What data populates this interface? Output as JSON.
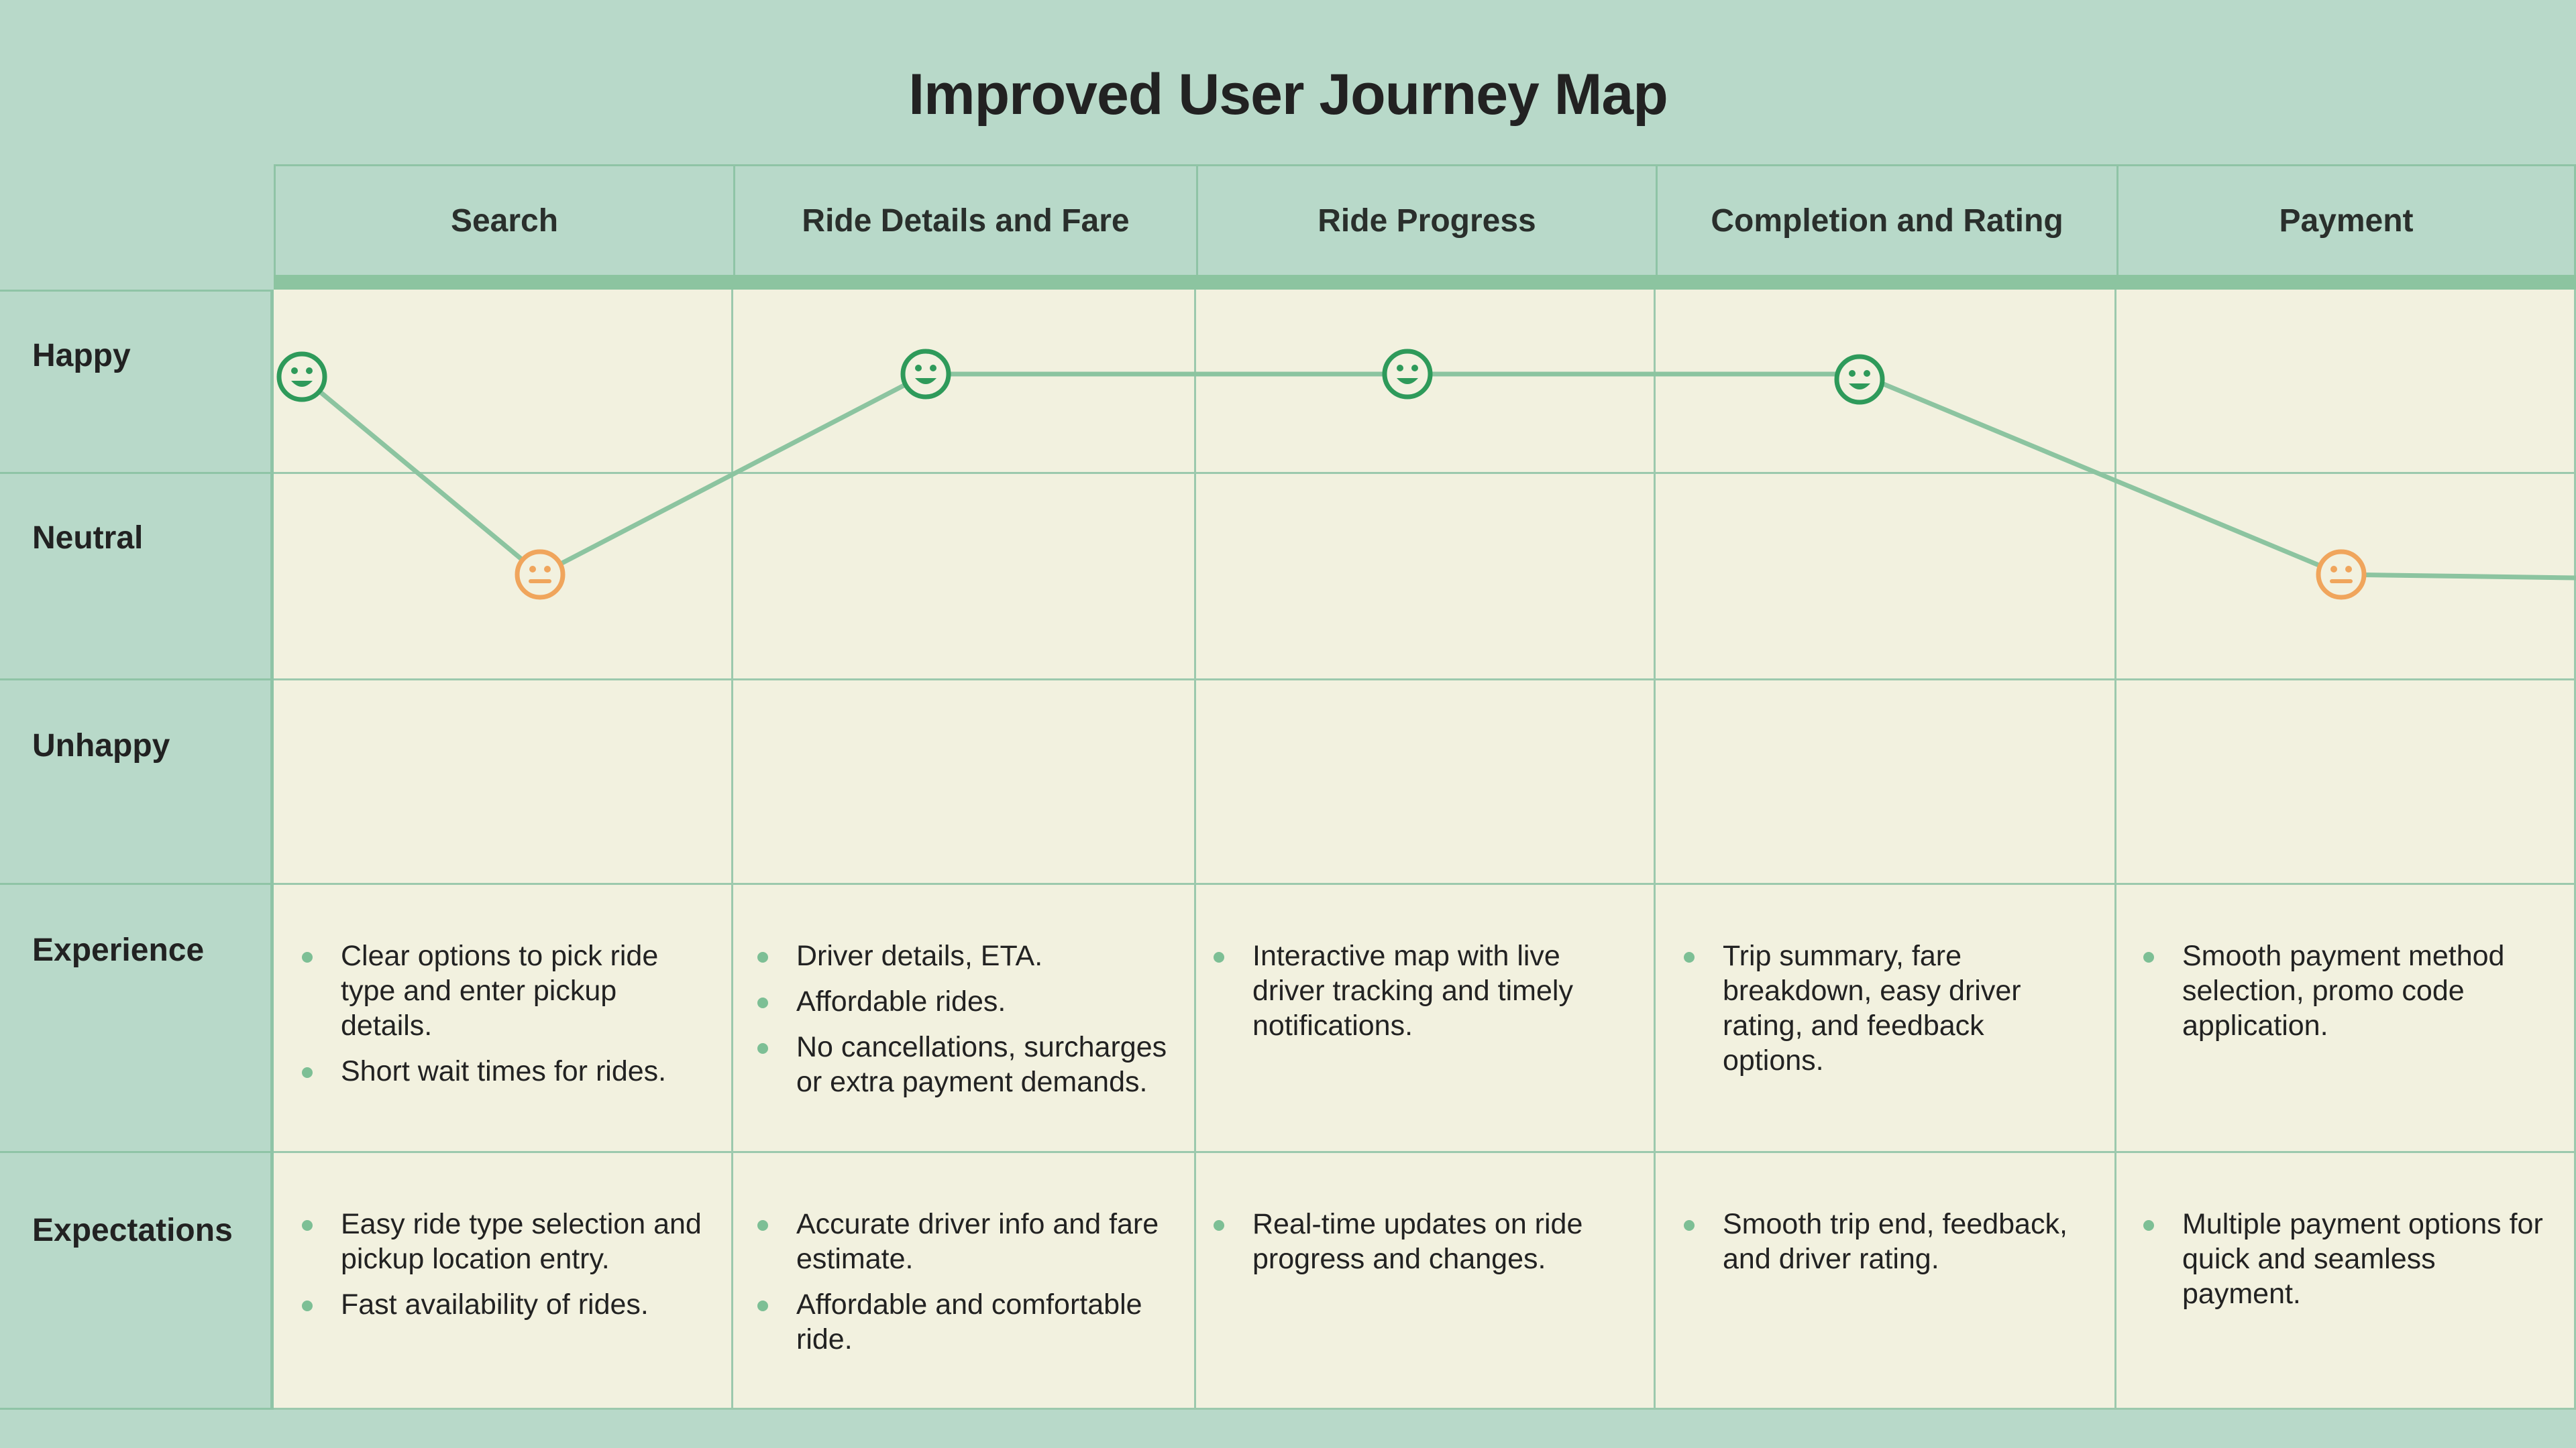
{
  "title": "Improved User Journey Map",
  "stages": [
    "Search",
    "Ride Details and Fare",
    "Ride Progress",
    "Completion and Rating",
    "Payment"
  ],
  "emotion_rows": [
    "Happy",
    "Neutral",
    "Unhappy"
  ],
  "experience": {
    "label": "Experience",
    "items": [
      [
        "Clear options to pick ride type and enter pickup details.",
        "Short wait times for rides."
      ],
      [
        "Driver details, ETA.",
        "Affordable rides.",
        "No cancellations, surcharges or extra payment demands."
      ],
      [
        "Interactive map with live driver tracking and timely notifications."
      ],
      [
        "Trip summary, fare breakdown, easy driver rating, and feedback options."
      ],
      [
        "Smooth payment method selection, promo code application."
      ]
    ]
  },
  "expectations": {
    "label": "Expectations",
    "items": [
      [
        "Easy ride type selection and pickup location entry.",
        "Fast availability of rides."
      ],
      [
        "Accurate driver info and fare estimate.",
        "Affordable and comfortable ride."
      ],
      [
        "Real-time updates on ride progress and changes."
      ],
      [
        "Smooth trip end, feedback, and driver rating."
      ],
      [
        "Multiple payment options for quick and seamless payment."
      ]
    ]
  },
  "emotion_points": [
    {
      "stage": "Search",
      "mood": "Happy",
      "icon": "happy-face-icon"
    },
    {
      "stage": "Search",
      "mood": "Neutral",
      "icon": "neutral-face-icon"
    },
    {
      "stage": "Ride Details and Fare",
      "mood": "Happy",
      "icon": "happy-face-icon"
    },
    {
      "stage": "Ride Progress",
      "mood": "Happy",
      "icon": "happy-face-icon"
    },
    {
      "stage": "Completion and Rating",
      "mood": "Happy",
      "icon": "happy-face-icon"
    },
    {
      "stage": "Payment",
      "mood": "Neutral",
      "icon": "neutral-face-icon"
    }
  ],
  "colors": {
    "background": "#b8d9c9",
    "cell": "#f2f1df",
    "line": "#8cc4a0",
    "happy": "#2e9a5a",
    "neutral": "#f0a55c"
  }
}
